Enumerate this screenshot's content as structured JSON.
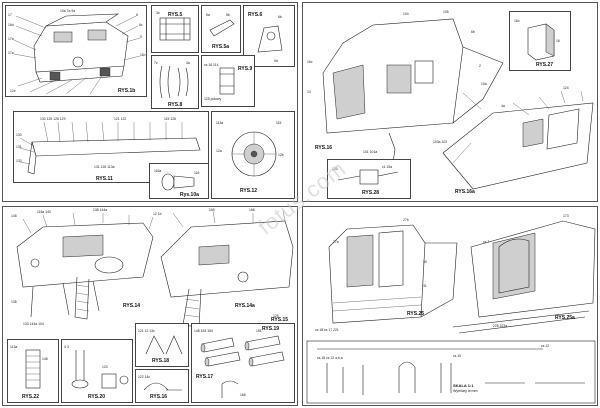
{
  "figures": {
    "tl_main": "RYS.1b",
    "tl_frame": "RYS.5",
    "tl_small1": "RYS.5a",
    "tl_bracket": "RYS.6",
    "tl_clamps": "RYS.8",
    "tl_detail": "RYS.9",
    "tl_bar": "RYS.11",
    "tl_wheel": "RYS.12",
    "tl_lamp": "Rys.10a",
    "tr_main": "RYS.16",
    "tr_box": "RYS.27",
    "tr_part": "RYS.28",
    "tr_roof": "RYS.16a",
    "bl_main": "RYS.14",
    "bl_right": "RYS.14a",
    "bl_f1": "RYS.15",
    "bl_f2": "RYS.22",
    "bl_f3": "RYS.20",
    "bl_f4": "RYS.18",
    "bl_f5": "RYS.16",
    "bl_f6": "RYS.17",
    "bl_f7": "RYS.19",
    "br_main": "RYS.25",
    "br_right": "RYS.25a",
    "br_scale": "SKALA 1:1",
    "br_scale2": "Wymiary w mm"
  },
  "watermark": "fotus.com",
  "colors": {
    "line": "#222222",
    "panel_border": "#444444",
    "shade": "#cfcfcf"
  }
}
